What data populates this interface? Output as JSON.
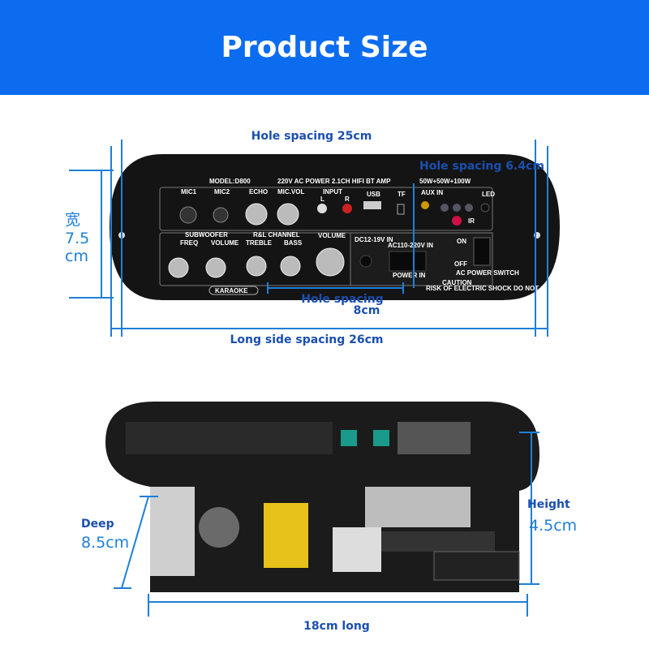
{
  "header": {
    "title": "Product Size",
    "color": "#0b6cf0"
  },
  "front_view": {
    "hole_spacing_top": "Hole spacing 25cm",
    "hole_spacing_small": "Hole spacing 6.4cm",
    "hole_spacing_bottom_line1": "Hole spacing",
    "hole_spacing_bottom_line2": "8cm",
    "long_side": "Long side spacing 26cm",
    "width_label_1": "宽",
    "width_label_2": "7.5",
    "width_label_3": "cm",
    "panel": {
      "model": "MODEL:D800",
      "power": "220V AC POWER 2.1CH HIFI BT AMP",
      "watts": "50W+50W+100W",
      "mic1": "MIC1",
      "mic2": "MIC2",
      "echo": "ECHO",
      "mic_vol": "MIC.VOL",
      "input": "INPUT",
      "l": "L",
      "r": "R",
      "usb": "USB",
      "tf": "TF",
      "aux_in": "AUX IN",
      "led": "LED",
      "ir": "IR",
      "subwoofer": "SUBWOOFER",
      "freq": "FREQ",
      "volume": "VOLUME",
      "rl_channel": "R&L CHANNEL",
      "treble": "TREBLE",
      "bass": "BASS",
      "main_volume": "VOLUME",
      "dc_in": "DC12-19V IN",
      "ac_in": "AC110-220V IN",
      "power_in": "POWER IN",
      "on": "ON",
      "off": "OFF",
      "switch": "AC POWER SWITCH",
      "karaoke": "KARAOKE",
      "caution": "CAUTION",
      "caution_sub": "RISK OF ELECTRIC SHOCK DO NOT OPEN"
    }
  },
  "side_view": {
    "deep_1": "Deep",
    "deep_2": "8.5cm",
    "height_1": "Height",
    "height_2": "4.5cm",
    "length": "18cm long"
  }
}
